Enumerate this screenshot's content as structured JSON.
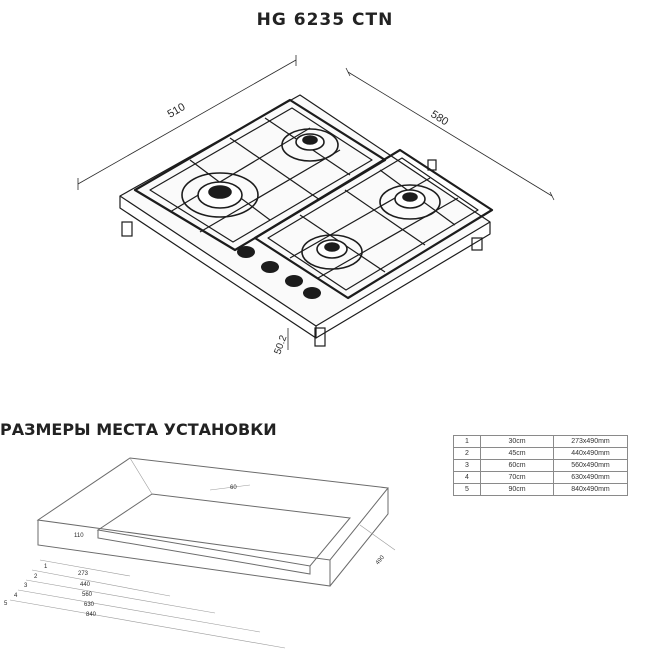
{
  "title": "HG 6235 CTN",
  "hob": {
    "dim_width": "510",
    "dim_depth": "580",
    "dim_height": "50.2"
  },
  "installation": {
    "heading": "РАЗМЕРЫ МЕСТА УСТАНОВКИ",
    "dim_top": "60",
    "dim_front": "110",
    "dim_depth": "490",
    "levels": [
      "1",
      "2",
      "3",
      "4",
      "5"
    ],
    "widths": [
      "273",
      "440",
      "560",
      "630",
      "840"
    ]
  },
  "table": {
    "rows": [
      {
        "n": "1",
        "size": "30cm",
        "cut": "273x490mm"
      },
      {
        "n": "2",
        "size": "45cm",
        "cut": "440x490mm"
      },
      {
        "n": "3",
        "size": "60cm",
        "cut": "560x490mm"
      },
      {
        "n": "4",
        "size": "70cm",
        "cut": "630x490mm"
      },
      {
        "n": "5",
        "size": "90cm",
        "cut": "840x490mm"
      }
    ]
  }
}
